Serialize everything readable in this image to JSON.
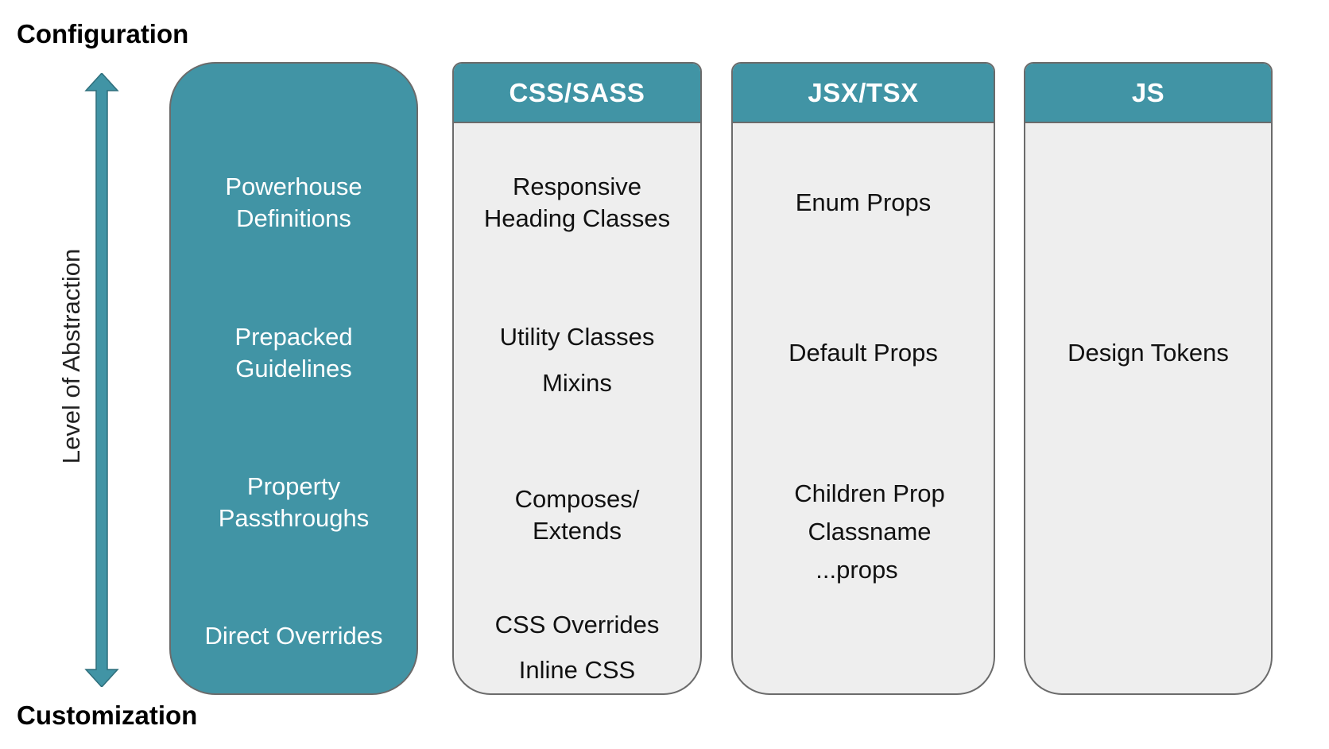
{
  "labels": {
    "top": "Configuration",
    "bottom": "Customization",
    "axis": "Level of Abstraction"
  },
  "levels": [
    {
      "line1": "Powerhouse",
      "line2": "Definitions"
    },
    {
      "line1": "Prepacked",
      "line2": "Guidelines"
    },
    {
      "line1": "Property",
      "line2": "Passthroughs"
    },
    {
      "line1": "Direct Overrides",
      "line2": ""
    }
  ],
  "columns": [
    {
      "header": "CSS/SASS",
      "items": [
        {
          "line1": "Responsive",
          "line2": "Heading Classes"
        },
        {
          "line1": "Utility Classes",
          "line2": ""
        },
        {
          "line1": "Mixins",
          "line2": ""
        },
        {
          "line1": "Composes/",
          "line2": "Extends"
        },
        {
          "line1": "CSS Overrides",
          "line2": ""
        },
        {
          "line1": "Inline CSS",
          "line2": ""
        }
      ]
    },
    {
      "header": "JSX/TSX",
      "items": [
        {
          "line1": "Enum Props",
          "line2": ""
        },
        {
          "line1": "Default Props",
          "line2": ""
        },
        {
          "line1": "Children Prop",
          "line2": ""
        },
        {
          "line1": "Classname",
          "line2": ""
        },
        {
          "line1": "...props",
          "line2": ""
        }
      ]
    },
    {
      "header": "JS",
      "items": [
        {
          "line1": "Design Tokens",
          "line2": ""
        }
      ]
    }
  ],
  "colors": {
    "accent": "#4194a5",
    "panel_bg": "#eeeeee",
    "border": "#6b6b6b"
  },
  "icons": {
    "axis": "double-headed-vertical-arrow-icon"
  }
}
